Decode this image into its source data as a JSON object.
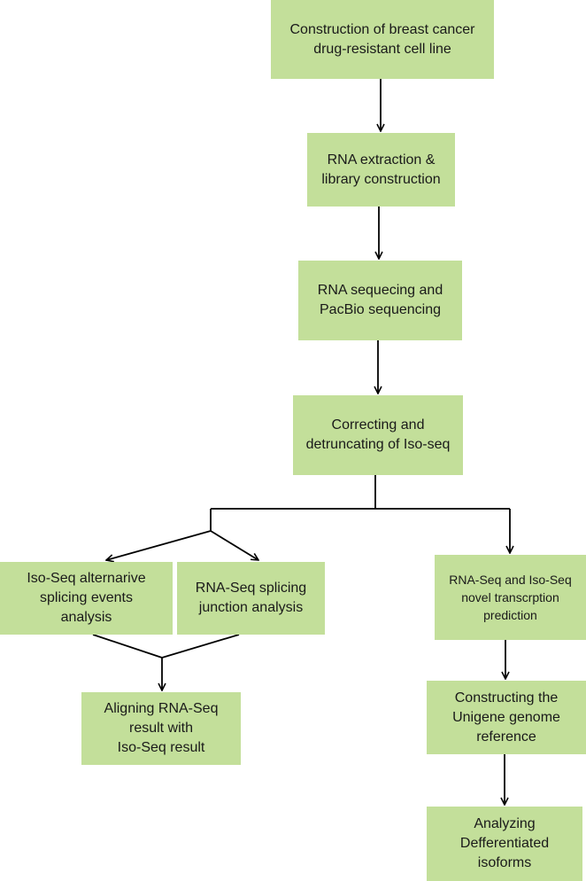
{
  "steps": {
    "construction": [
      "Construction of  breast cancer",
      "drug-resistant cell line"
    ],
    "rna_extraction": [
      "RNA extraction &",
      "library construction"
    ],
    "sequencing": [
      "RNA sequecing and",
      "PacBio sequencing"
    ],
    "correcting": [
      "Correcting and",
      "detruncating of Iso-seq"
    ],
    "iso_seq_splicing": [
      "Iso-Seq alternarive",
      "splicing events",
      "analysis"
    ],
    "rna_seq_junction": [
      "RNA-Seq  splicing",
      "junction analysis"
    ],
    "aligning": [
      "Aligning RNA-Seq",
      "result with",
      "Iso-Seq result"
    ],
    "novel_prediction": [
      "RNA-Seq and Iso-Seq",
      "novel transcrption",
      "prediction"
    ],
    "unigene": [
      "Constructing the",
      "Unigene genome",
      "reference"
    ],
    "isoforms": [
      "Analyzing",
      "Defferentiated",
      "isoforms"
    ]
  },
  "colors": {
    "box_fill": "#c3df9a",
    "line": "#000000"
  }
}
